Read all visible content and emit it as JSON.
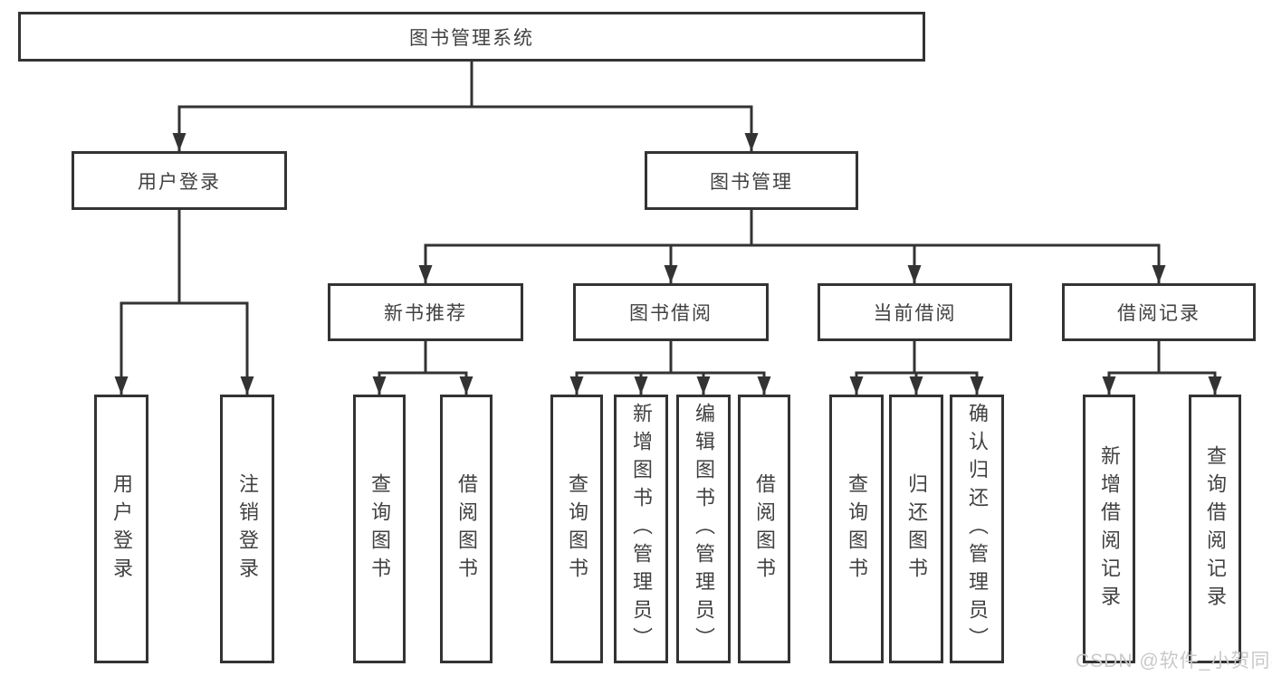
{
  "diagram": {
    "tree": {
      "label": "图书管理系统",
      "children": [
        {
          "label": "用户登录",
          "children": [
            {
              "label": "用户登录"
            },
            {
              "label": "注销登录"
            }
          ]
        },
        {
          "label": "图书管理",
          "children": [
            {
              "label": "新书推荐",
              "children": [
                {
                  "label": "查询图书"
                },
                {
                  "label": "借阅图书"
                }
              ]
            },
            {
              "label": "图书借阅",
              "children": [
                {
                  "label": "查询图书"
                },
                {
                  "label": "新增图书（管理员）"
                },
                {
                  "label": "编辑图书（管理员）"
                },
                {
                  "label": "借阅图书"
                }
              ]
            },
            {
              "label": "当前借阅",
              "children": [
                {
                  "label": "查询图书"
                },
                {
                  "label": "归还图书"
                },
                {
                  "label": "确认归还（管理员）"
                }
              ]
            },
            {
              "label": "借阅记录",
              "children": [
                {
                  "label": "新增借阅记录"
                },
                {
                  "label": "查询借阅记录"
                }
              ]
            }
          ]
        }
      ]
    },
    "colors": {
      "line": "#333333",
      "box_border": "#333333",
      "text": "#414141",
      "watermark": "#c9c9c9",
      "background": "#ffffff"
    }
  },
  "watermark": {
    "text": "CSDN @软件_小贺同学"
  }
}
